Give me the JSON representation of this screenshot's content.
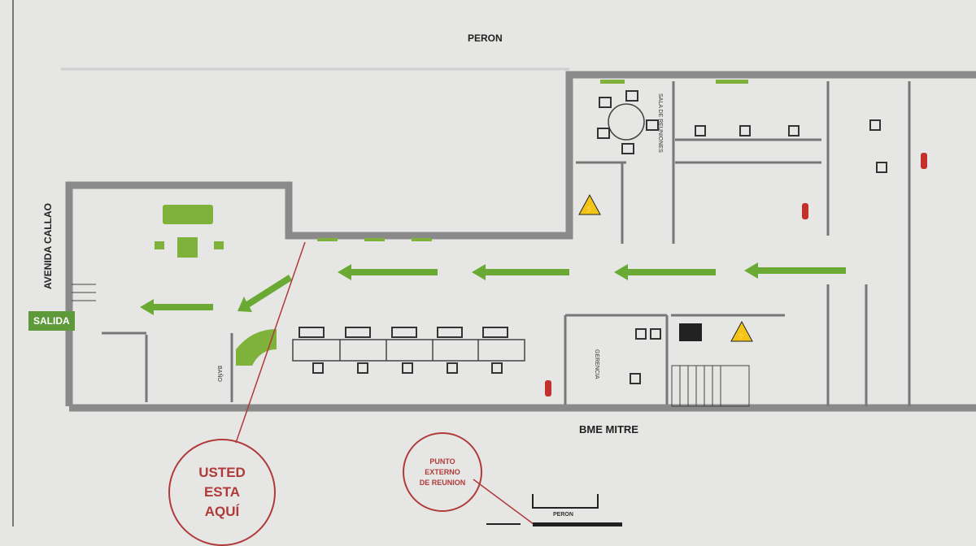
{
  "streets": {
    "top": "PERON",
    "left": "AVENIDA CALLAO",
    "bottom": "BME MITRE"
  },
  "exit_label": "SALIDA",
  "you_are_here": [
    "USTED",
    "ESTA",
    "AQUÍ"
  ],
  "meeting_point": [
    "PUNTO",
    "EXTERNO",
    "DE REUNION"
  ],
  "mini_map": {
    "street": "PERON"
  },
  "rooms": {
    "meeting_room": "SALA DE REUNIONES",
    "management": "GERENCIA",
    "bathroom": "BAÑO"
  },
  "icons": [
    "electrical-hazard-icon",
    "fire-extinguisher-icon",
    "evacuation-arrow-icon"
  ],
  "colors": {
    "wall": "#8a8a8a",
    "accent_green": "#7fb23a",
    "marker_red": "#b03a3a",
    "exit_green": "#5e9a3a"
  }
}
